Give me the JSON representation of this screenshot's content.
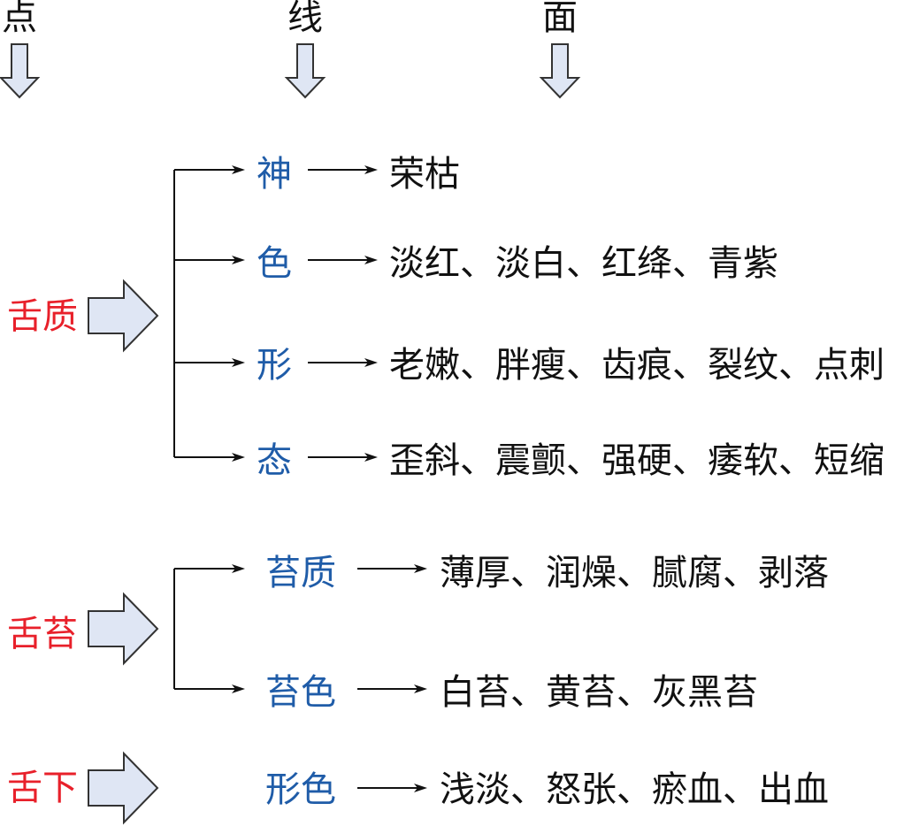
{
  "header": {
    "columns": [
      "点",
      "线",
      "面"
    ]
  },
  "colors": {
    "category": "#e8202a",
    "branch": "#1f5ca8",
    "text": "#111111",
    "arrow_fill": "#dfe6f4",
    "arrow_stroke": "#333333",
    "line": "#111111"
  },
  "groups": [
    {
      "label": "舌质",
      "branches": [
        {
          "label": "神",
          "detail": "荣枯"
        },
        {
          "label": "色",
          "detail": "淡红、淡白、红绛、青紫"
        },
        {
          "label": "形",
          "detail": "老嫩、胖瘦、齿痕、裂纹、点刺"
        },
        {
          "label": "态",
          "detail": "歪斜、震颤、强硬、痿软、短缩"
        }
      ]
    },
    {
      "label": "舌苔",
      "branches": [
        {
          "label": "苔质",
          "detail": "薄厚、润燥、腻腐、剥落"
        },
        {
          "label": "苔色",
          "detail": "白苔、黄苔、灰黑苔"
        }
      ]
    },
    {
      "label": "舌下",
      "branches": [
        {
          "label": "形色",
          "detail": "浅淡、怒张、瘀血、出血"
        }
      ]
    }
  ]
}
